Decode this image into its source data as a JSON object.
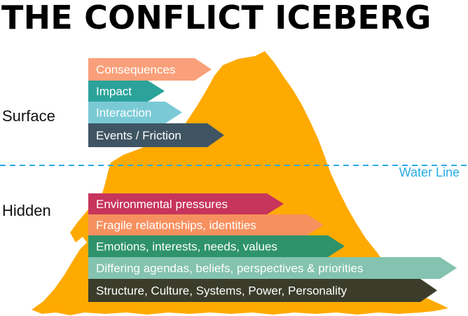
{
  "title": "THE CONFLICT ICEBERG",
  "labels": {
    "surface": "Surface",
    "hidden": "Hidden",
    "water_line": "Water Line"
  },
  "colors": {
    "iceberg": "#FFAA00",
    "water_line": "#29ABE2",
    "consequences": "#F9A07A",
    "impact": "#2BA39A",
    "interaction": "#7ACAD6",
    "events": "#3F5563",
    "environmental": "#C7345C",
    "fragile": "#F7905F",
    "emotions": "#2E936B",
    "agendas": "#83C3AF",
    "structure": "#3B3D2A"
  },
  "surface_items": [
    {
      "label": "Consequences",
      "color_key": "consequences"
    },
    {
      "label": "Impact",
      "color_key": "impact"
    },
    {
      "label": "Interaction",
      "color_key": "interaction"
    },
    {
      "label": "Events / Friction",
      "color_key": "events"
    }
  ],
  "hidden_items": [
    {
      "label": "Environmental pressures",
      "color_key": "environmental"
    },
    {
      "label": "Fragile relationships, identities",
      "color_key": "fragile"
    },
    {
      "label": "Emotions, interests, needs, values",
      "color_key": "emotions"
    },
    {
      "label": "Differing agendas, beliefs, perspectives & priorities",
      "color_key": "agendas"
    },
    {
      "label": "Structure, Culture, Systems, Power, Personality",
      "color_key": "structure"
    }
  ]
}
